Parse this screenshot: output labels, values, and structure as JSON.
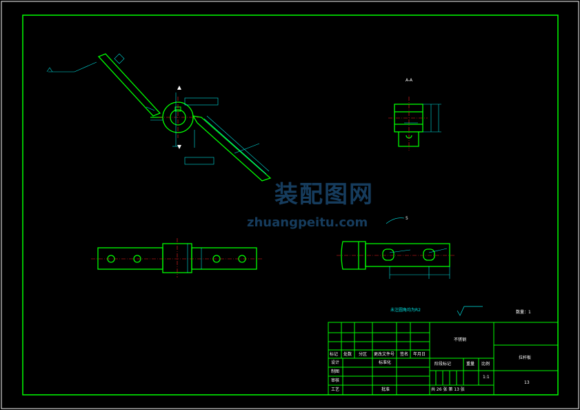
{
  "watermark": {
    "text_cn": "装配图网",
    "text_en": "zhuangpeitu.com"
  },
  "colors": {
    "frame": "#00ff00",
    "dim": "#00e5e5",
    "center": "#ff2020",
    "text": "#ffffff",
    "background": "#000000"
  },
  "notes": {
    "tech_req": "未注圆角均为R2",
    "section_label": "A-A",
    "view_label": "5",
    "qty_label": "数量：1"
  },
  "title_block": {
    "part_name": "不锈钢",
    "drawing_name": "拉杆板",
    "drawing_code": "13",
    "scale": "1:1",
    "rows_left": [
      "标记",
      "处数",
      "分区",
      "更改文件号",
      "签名",
      "年月日"
    ],
    "roles": [
      "设计",
      "制图",
      "审核",
      "工艺"
    ],
    "std": "标准化",
    "approve": "批准",
    "stage_mark": "阶段标记",
    "weight": "重量",
    "scale_label": "比例",
    "sheets": "共 26 张 第 13 张"
  }
}
